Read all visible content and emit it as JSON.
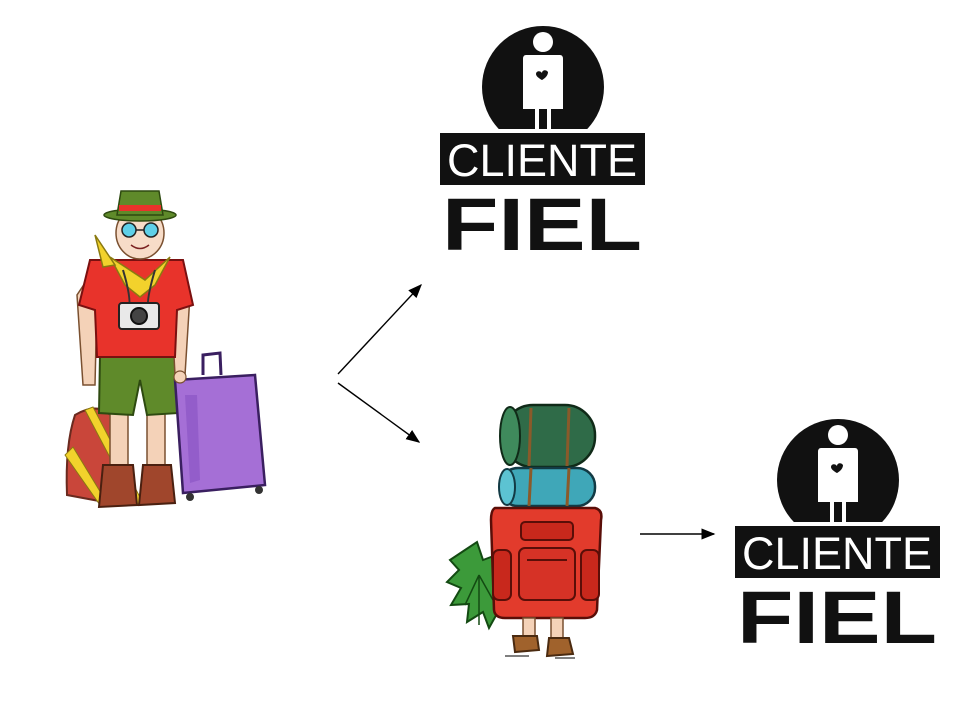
{
  "diagram": {
    "nodes": [
      {
        "id": "tourist",
        "icon": "tourist-with-suitcases-illustration"
      },
      {
        "id": "logo-top",
        "icon": "cliente-fiel-logo",
        "line1": "CLIENTE",
        "line2": "FIEL"
      },
      {
        "id": "backpacker",
        "icon": "backpacker-illustration"
      },
      {
        "id": "logo-bottom",
        "icon": "cliente-fiel-logo",
        "line1": "CLIENTE",
        "line2": "FIEL"
      }
    ],
    "edges": [
      {
        "from": "tourist",
        "to": "logo-top"
      },
      {
        "from": "tourist",
        "to": "backpacker"
      },
      {
        "from": "backpacker",
        "to": "logo-bottom"
      }
    ],
    "colors": {
      "logo": "#111111",
      "logo_inverse": "#ffffff",
      "arrow": "#000000",
      "shirt": "#e8332b",
      "shorts": "#5f8a2a",
      "suitcase": "#a56fd6",
      "backpack": "#e23b2c",
      "bedroll_top": "#2f6b48",
      "bedroll_mid": "#3fa7b8",
      "bush": "#3c9a3a"
    }
  }
}
